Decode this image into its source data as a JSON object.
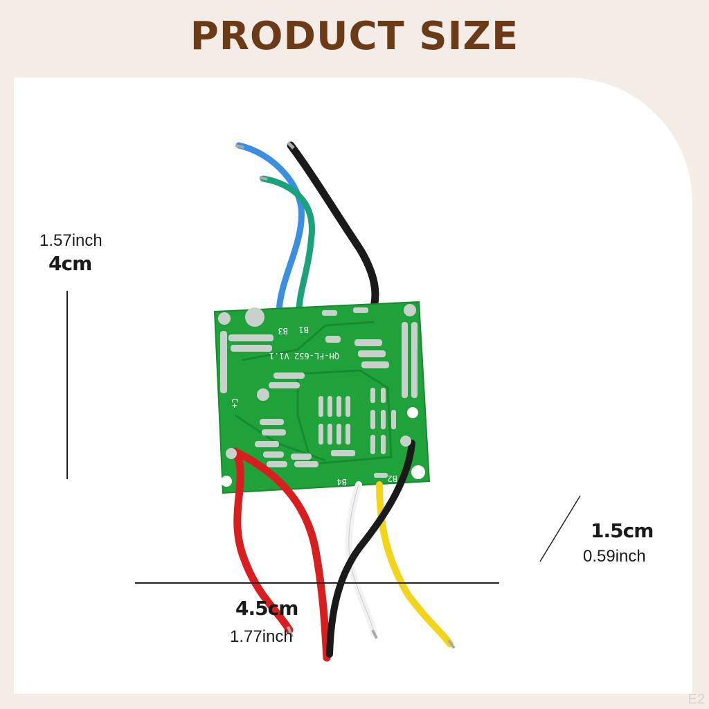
{
  "title": "PRODUCT SIZE",
  "dimensions": {
    "height": {
      "cm": "4cm",
      "inch": "1.57inch"
    },
    "width": {
      "cm": "4.5cm",
      "inch": "1.77inch"
    },
    "depth": {
      "cm": "1.5cm",
      "inch": "0.59inch"
    }
  },
  "board": {
    "silk_labels": [
      "B3",
      "B1",
      "B4",
      "B2",
      "C+",
      "QH-FL-652 V1.1"
    ],
    "pcb_color": "#1fa23a",
    "wire_colors": [
      "#3a8fe0",
      "#1aa37a",
      "#1a1a1a",
      "#d81e1e",
      "#f2f2f2",
      "#f2d51a"
    ]
  },
  "corner_mark": "E2"
}
